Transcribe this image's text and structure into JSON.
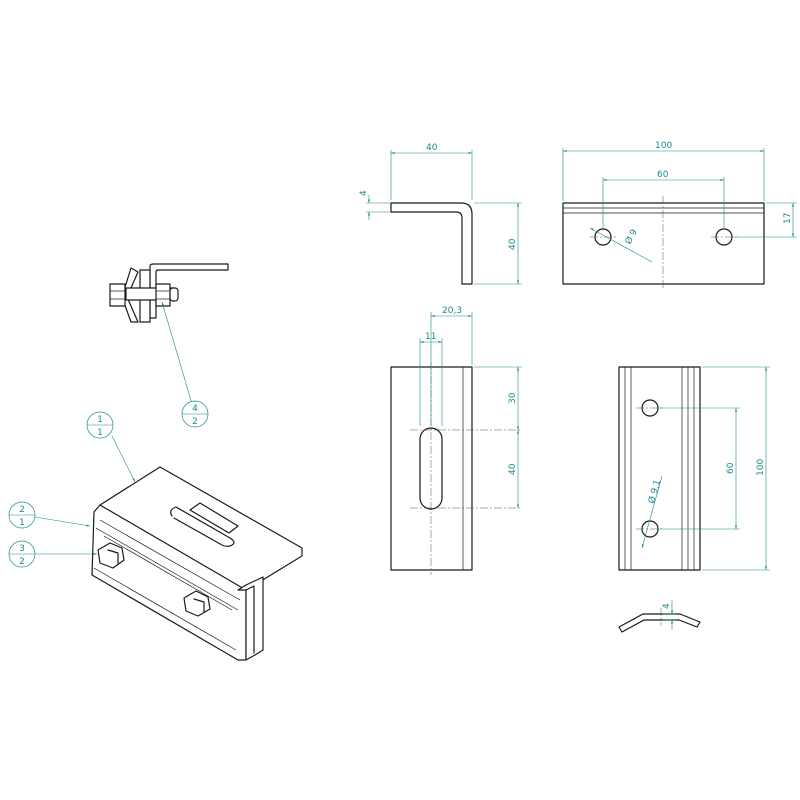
{
  "dimensions": {
    "side_width": "40",
    "side_thickness": "4",
    "side_height": "40",
    "front_width": "100",
    "front_hole_spacing": "60",
    "front_hole_offset": "17",
    "front_hole_dia": "Ø 9",
    "top_slot_offset": "20,3",
    "top_slot_width": "11",
    "top_slot_top": "30",
    "top_slot_length": "40",
    "rear_hole_spacing": "60",
    "rear_length": "100",
    "rear_hole_dia": "Ø 9,1",
    "end_thickness": "4"
  },
  "balloons": [
    {
      "id": "b1",
      "top": "1",
      "bottom": "1"
    },
    {
      "id": "b2",
      "top": "2",
      "bottom": "1"
    },
    {
      "id": "b3",
      "top": "3",
      "bottom": "2"
    },
    {
      "id": "b4",
      "top": "4",
      "bottom": "2"
    }
  ]
}
